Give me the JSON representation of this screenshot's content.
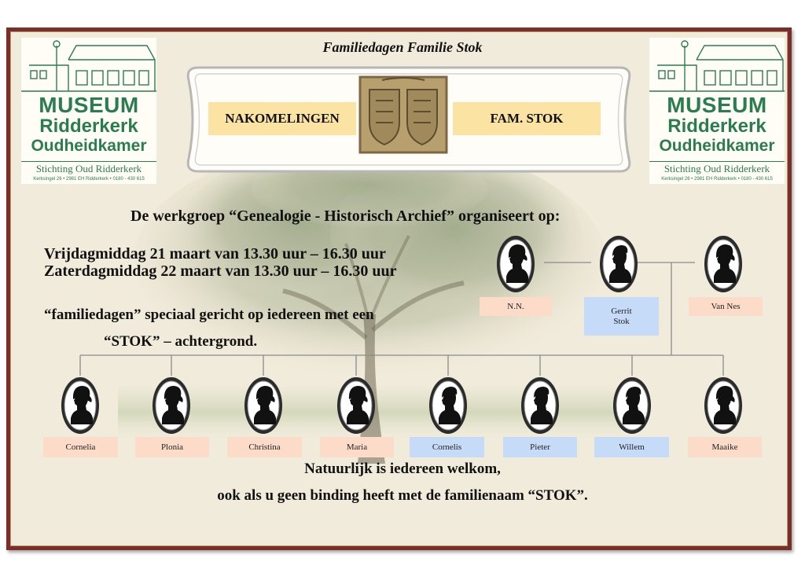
{
  "header": {
    "title": "Familiedagen Familie Stok"
  },
  "logo": {
    "museum": "MUSEUM",
    "place": "Ridderkerk",
    "subtitle": "Oudheidkamer",
    "foundation": "Stichting Oud Ridderkerk",
    "address": "Kerksingel 26 • 2981 EH Ridderkerk • 0180 - 430 615"
  },
  "banner": {
    "left_label": "NAKOMELINGEN",
    "right_label": "FAM. STOK"
  },
  "announcement": {
    "intro": "De werkgroep “Genealogie  -  Historisch Archief”  organiseert op:",
    "day1": "Vrijdagmiddag    21 maart van 13.30 uur – 16.30 uur",
    "day2": "Zaterdagmiddag 22 maart van 13.30 uur – 16.30 uur",
    "line1": "“familiedagen” speciaal gericht op iedereen met een",
    "line2": "“STOK” – achtergrond.",
    "welcome1": "Natuurlijk is iedereen welkom,",
    "welcome2": "ook als u geen binding heeft met de familienaam “STOK”."
  },
  "tree": {
    "parents": [
      {
        "label": "N.N.",
        "gender": "f"
      },
      {
        "label": "Gerrit\nStok",
        "gender": "m"
      },
      {
        "label": "Van Nes",
        "gender": "f"
      }
    ],
    "children": [
      {
        "label": "Cornelia",
        "gender": "f"
      },
      {
        "label": "Plonia",
        "gender": "f"
      },
      {
        "label": "Christina",
        "gender": "f"
      },
      {
        "label": "Maria",
        "gender": "f"
      },
      {
        "label": "Cornelis",
        "gender": "m"
      },
      {
        "label": "Pieter",
        "gender": "m"
      },
      {
        "label": "Willem",
        "gender": "m"
      },
      {
        "label": "Maaike",
        "gender": "f"
      }
    ]
  },
  "colors": {
    "frame": "#7a2e27",
    "background": "#f1ebdb",
    "logo_green": "#2a7d4f",
    "tag_yellow": "#fbe3a4",
    "female_box": "#fcdcc8",
    "male_box": "#c6dbf7"
  }
}
